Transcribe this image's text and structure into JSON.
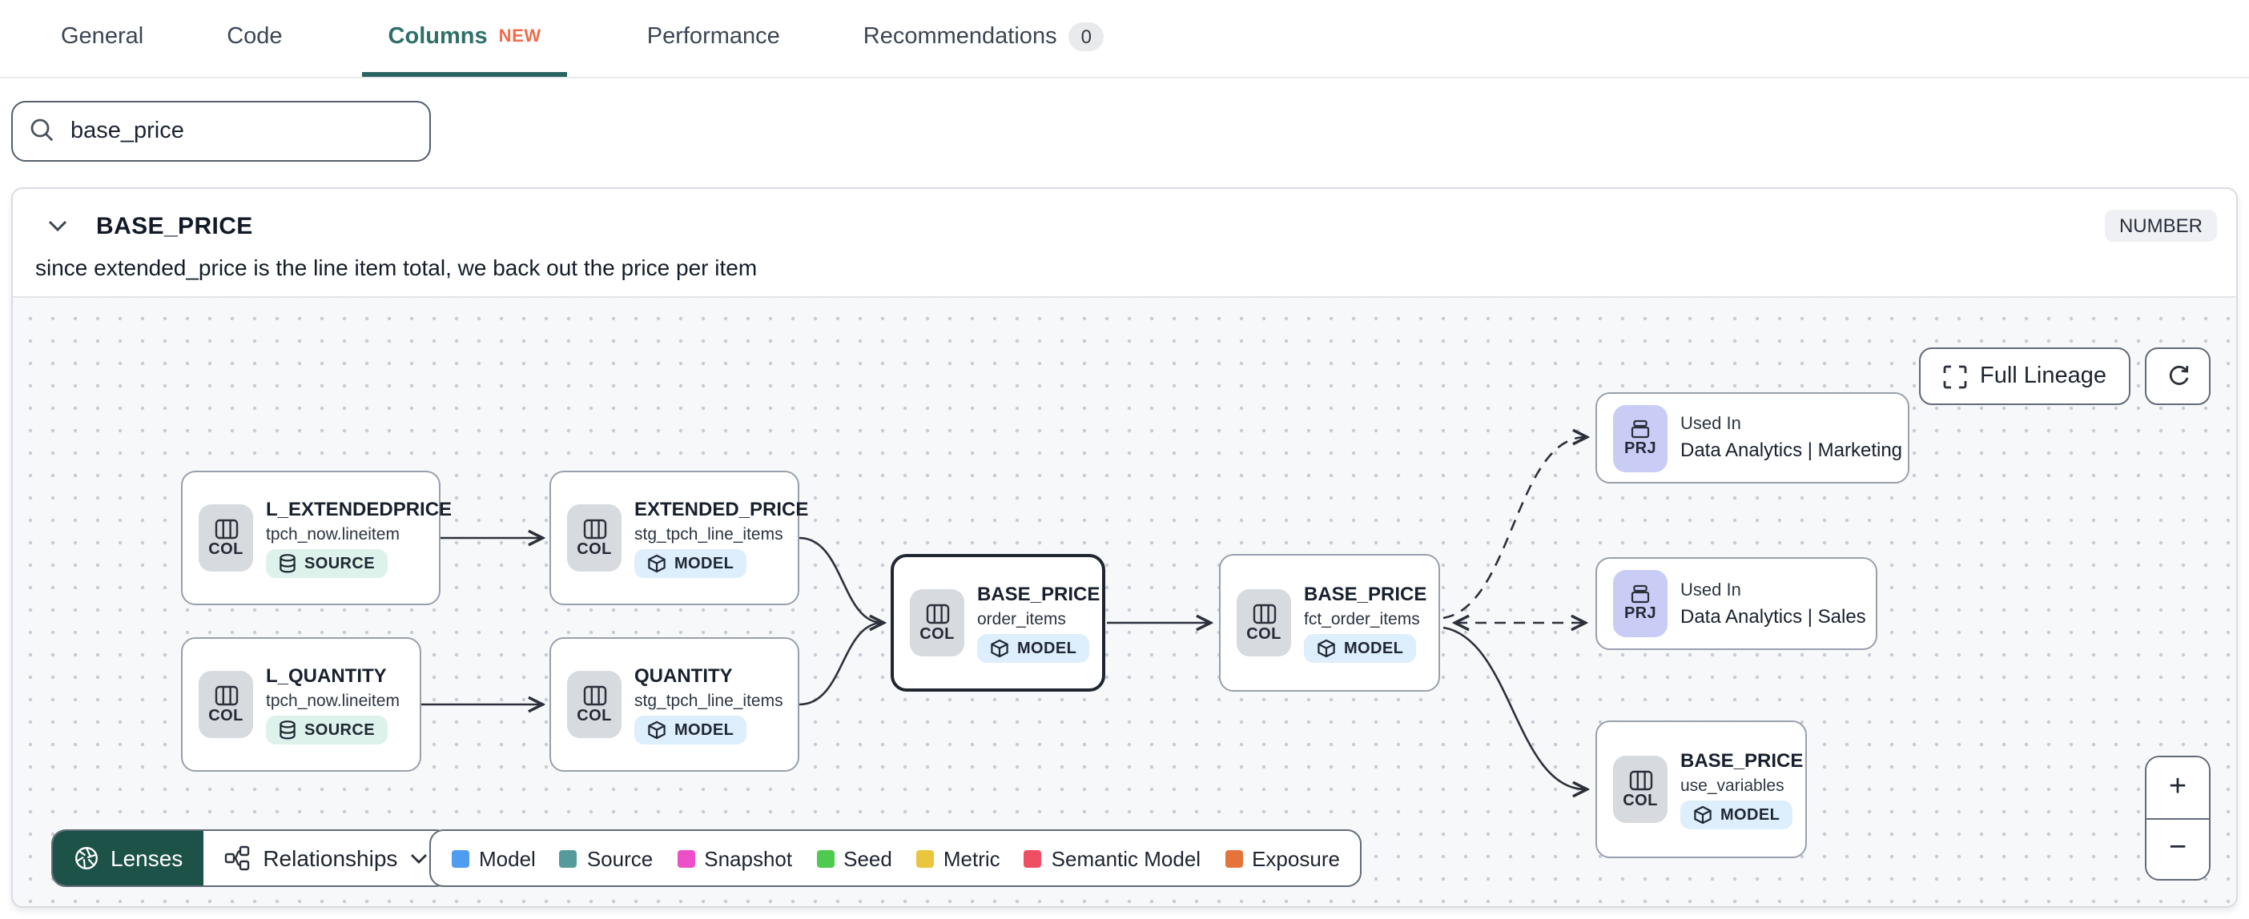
{
  "tabs": {
    "items": [
      {
        "label": "General"
      },
      {
        "label": "Code"
      },
      {
        "label": "Columns",
        "badge": "NEW",
        "active": true
      },
      {
        "label": "Performance"
      },
      {
        "label": "Recommendations",
        "count": "0"
      }
    ]
  },
  "search": {
    "value": "base_price"
  },
  "column_card": {
    "name": "BASE_PRICE",
    "type_badge": "NUMBER",
    "description": "since extended_price is the line item total, we back out the price per item"
  },
  "lineage": {
    "controls": {
      "full_lineage": "Full Lineage",
      "lenses": "Lenses",
      "relationships": "Relationships",
      "zoom_in": "+",
      "zoom_out": "−"
    },
    "nodes": [
      {
        "chip": "COL",
        "title": "L_EXTENDEDPRICE",
        "subtitle": "tpch_now.lineitem",
        "badge": "SOURCE"
      },
      {
        "chip": "COL",
        "title": "L_QUANTITY",
        "subtitle": "tpch_now.lineitem",
        "badge": "SOURCE"
      },
      {
        "chip": "COL",
        "title": "EXTENDED_PRICE",
        "subtitle": "stg_tpch_line_items",
        "badge": "MODEL"
      },
      {
        "chip": "COL",
        "title": "QUANTITY",
        "subtitle": "stg_tpch_line_items",
        "badge": "MODEL"
      },
      {
        "chip": "COL",
        "title": "BASE_PRICE",
        "subtitle": "order_items",
        "badge": "MODEL",
        "selected": true
      },
      {
        "chip": "COL",
        "title": "BASE_PRICE",
        "subtitle": "fct_order_items",
        "badge": "MODEL"
      },
      {
        "chip": "PRJ",
        "kicker": "Used In",
        "title": "Data Analytics | Marketing"
      },
      {
        "chip": "PRJ",
        "kicker": "Used In",
        "title": "Data Analytics | Sales"
      },
      {
        "chip": "COL",
        "title": "BASE_PRICE",
        "subtitle": "use_variables",
        "badge": "MODEL"
      }
    ],
    "legend": [
      {
        "label": "Model",
        "color": "#4f9cf0"
      },
      {
        "label": "Source",
        "color": "#569b9b"
      },
      {
        "label": "Snapshot",
        "color": "#ec4fc8"
      },
      {
        "label": "Seed",
        "color": "#4ecb4e"
      },
      {
        "label": "Metric",
        "color": "#eac63e"
      },
      {
        "label": "Semantic Model",
        "color": "#ef4e63"
      },
      {
        "label": "Exposure",
        "color": "#e4743c"
      }
    ]
  },
  "colors": {
    "accent_teal": "#2e6f6a",
    "new_badge_orange": "#ee6c4b",
    "lenses_green": "#1d5249",
    "model_badge_bg": "#ddeefc",
    "source_badge_bg": "#dcf2ea",
    "col_chip_bg": "#d7dade",
    "prj_chip_bg": "#c9cdf6",
    "canvas_bg": "#f7f8fa"
  }
}
